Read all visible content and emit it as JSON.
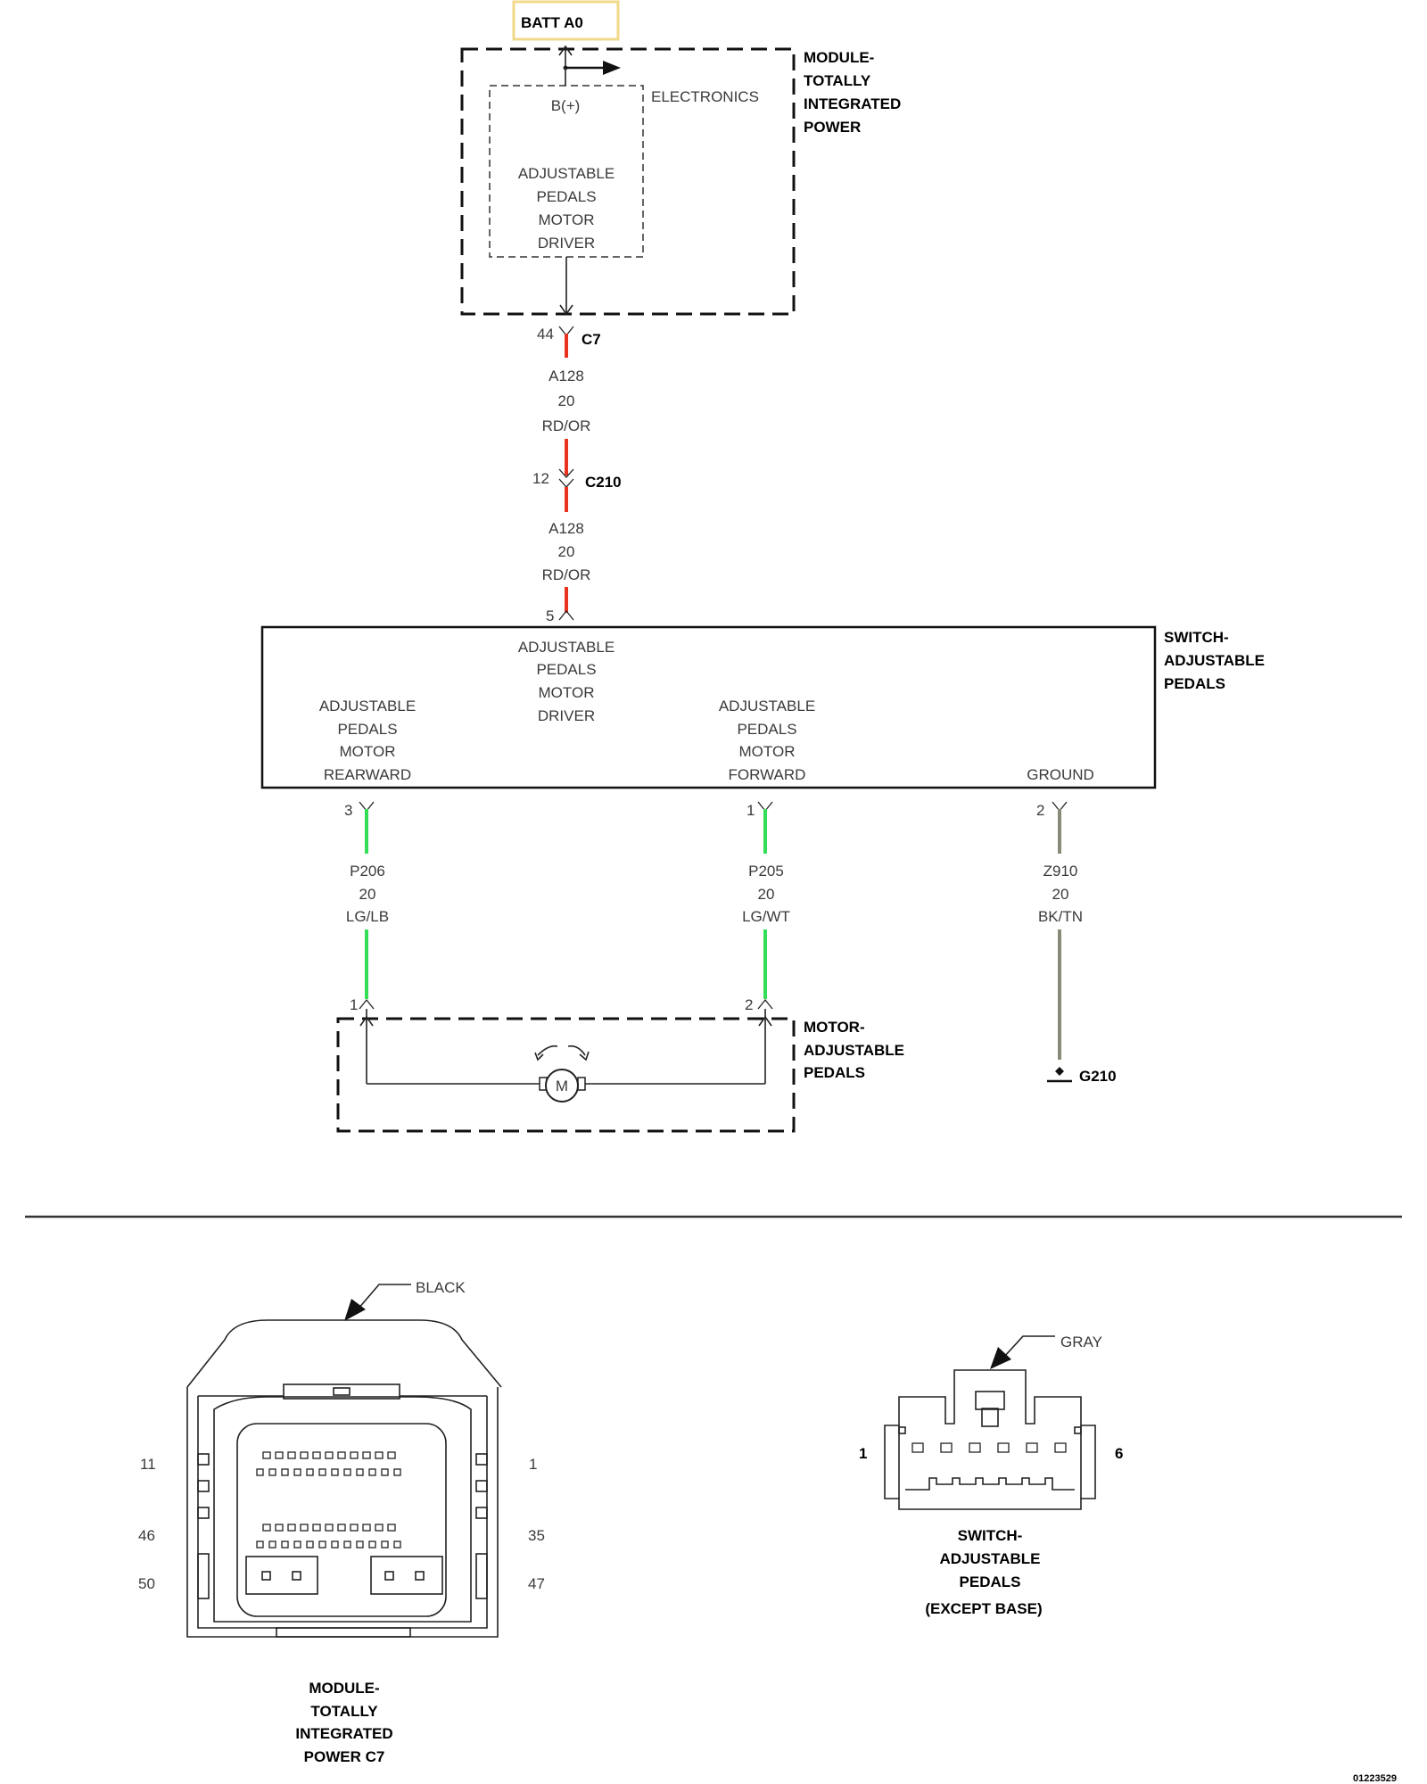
{
  "colors": {
    "wire_rd_or": "#e8321e",
    "wire_lg": "#33dd55",
    "wire_bk_tn": "#8a8a78",
    "batt_box_border": "#f2d98a"
  },
  "batt_label": "BATT A0",
  "module_tip": {
    "name_lines": [
      "MODULE-",
      "TOTALLY",
      "INTEGRATED",
      "POWER"
    ],
    "electronics_label": "ELECTRONICS",
    "b_plus_label": "B(+)",
    "driver_lines": [
      "ADJUSTABLE",
      "PEDALS",
      "MOTOR",
      "DRIVER"
    ]
  },
  "connector_c7": {
    "pin": "44",
    "name": "C7"
  },
  "wire_a128_upper": {
    "circuit": "A128",
    "gauge": "20",
    "color": "RD/OR"
  },
  "connector_c210": {
    "pin": "12",
    "name": "C210"
  },
  "wire_a128_lower": {
    "circuit": "A128",
    "gauge": "20",
    "color": "RD/OR"
  },
  "switch_input_pin": "5",
  "switch": {
    "name_lines": [
      "SWITCH-",
      "ADJUSTABLE",
      "PEDALS"
    ],
    "driver_lines": [
      "ADJUSTABLE",
      "PEDALS",
      "MOTOR",
      "DRIVER"
    ],
    "rearward_lines": [
      "ADJUSTABLE",
      "PEDALS",
      "MOTOR",
      "REARWARD"
    ],
    "forward_lines": [
      "ADJUSTABLE",
      "PEDALS",
      "MOTOR",
      "FORWARD"
    ],
    "ground_label": "GROUND"
  },
  "wire_p206": {
    "switch_pin": "3",
    "circuit": "P206",
    "gauge": "20",
    "color": "LG/LB",
    "motor_pin": "1"
  },
  "wire_p205": {
    "switch_pin": "1",
    "circuit": "P205",
    "gauge": "20",
    "color": "LG/WT",
    "motor_pin": "2"
  },
  "wire_z910": {
    "switch_pin": "2",
    "circuit": "Z910",
    "gauge": "20",
    "color": "BK/TN",
    "ground": "G210"
  },
  "motor": {
    "name_lines": [
      "MOTOR-",
      "ADJUSTABLE",
      "PEDALS"
    ],
    "symbol_letter": "M"
  },
  "connector_view_c7": {
    "color_label": "BLACK",
    "pin_labels": {
      "top_left": "11",
      "top_right": "1",
      "mid_left": "46",
      "mid_right": "35",
      "bottom_left": "50",
      "bottom_right": "47"
    },
    "caption_lines": [
      "MODULE-",
      "TOTALLY",
      "INTEGRATED",
      "POWER C7"
    ]
  },
  "connector_view_switch": {
    "color_label": "GRAY",
    "pin_left": "1",
    "pin_right": "6",
    "caption_lines": [
      "SWITCH-",
      "ADJUSTABLE",
      "PEDALS",
      "(EXCEPT BASE)"
    ]
  },
  "figure_id": "01223529"
}
